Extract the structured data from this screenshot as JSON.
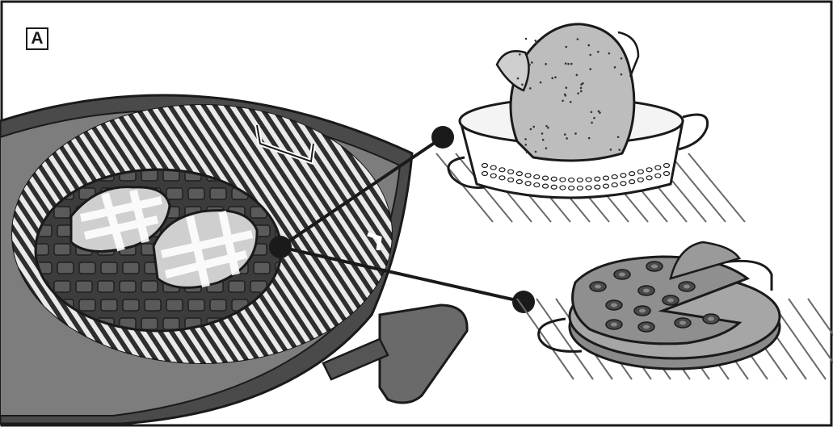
{
  "figure": {
    "panel_label": "A",
    "items": [
      {
        "name": "grill-with-insert-grate",
        "description_icon": "kettle-grill-icon"
      },
      {
        "name": "poultry-roaster",
        "description_icon": "chicken-roaster-icon"
      },
      {
        "name": "pizza-stone",
        "description_icon": "pizza-stone-icon"
      }
    ]
  },
  "colors": {
    "outline": "#1a1a1a",
    "bowl_dark": "#4a4a4a",
    "bowl_mid": "#7d7d7d",
    "grate_light": "#e9e9e9",
    "insert_dark": "#3c3c3c",
    "steak": "#cfcfcf",
    "chicken": "#bdbdbd",
    "pizza": "#8f8f8f",
    "stone": "#a6a6a6"
  }
}
